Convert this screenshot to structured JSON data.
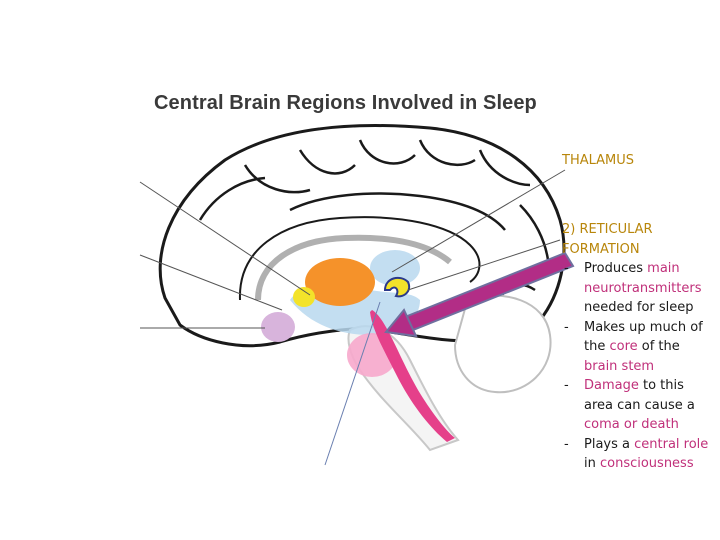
{
  "title": "Central Brain Regions Involved in Sleep",
  "labels": {
    "thalamus": "THALAMUS",
    "reticular_heading": "2) RETICULAR FORMATION"
  },
  "bullets": [
    {
      "parts": [
        "Produces ",
        "main neurotransmitters",
        " needed for sleep"
      ]
    },
    {
      "parts": [
        "Makes up much of the ",
        "core",
        " of the ",
        "brain stem",
        ""
      ]
    },
    {
      "parts": [
        "",
        "Damage",
        " to this area can cause a ",
        "coma or death",
        ""
      ]
    },
    {
      "parts": [
        "Plays a ",
        "central role",
        " in ",
        "consciousness",
        ""
      ]
    }
  ],
  "colors": {
    "title": "#3a3a3a",
    "label": "#b8860b",
    "highlight": "#c0307a",
    "arrow_fill": "#b22d86",
    "arrow_outline": "#6f6f9f",
    "thalamus_region": "#f5922a",
    "brainstem_region": "#e5408a",
    "yellow_region": "#f3e32a",
    "blue_region": "#b8d8ee",
    "pineal_region": "#d8b4dc"
  }
}
